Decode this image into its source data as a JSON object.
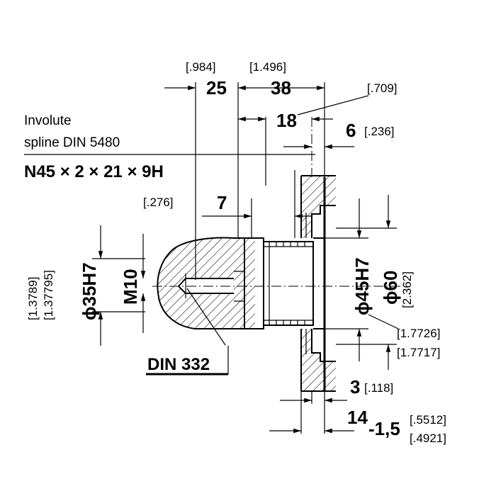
{
  "annotations": {
    "spline_line1": "Involute",
    "spline_line2": "spline DIN 5480",
    "spline_code": "N45 × 2 × 21 × 9H",
    "din_label": "DIN 332"
  },
  "dimensions": {
    "d25": {
      "mm": "25",
      "inch": "[.984]"
    },
    "d38": {
      "mm": "38",
      "inch": "[1.496]"
    },
    "d18": {
      "mm": "18",
      "inch": "[.709]"
    },
    "d6": {
      "mm": "6",
      "inch": "[.236]"
    },
    "d7": {
      "mm": "7",
      "inch": "[.276]"
    },
    "d35": {
      "mm": "ϕ35H7",
      "inch_a": "[1.3789]",
      "inch_b": "[1.37795]"
    },
    "m10": {
      "mm": "M10"
    },
    "d45": {
      "mm": "ϕ45H7",
      "inch_a": "[1.7726]",
      "inch_b": "[1.7717]"
    },
    "d60": {
      "mm": "ϕ60",
      "inch": "[2.362]"
    },
    "d3": {
      "mm": "3",
      "inch": "[.118]"
    },
    "d14": {
      "mm": "14",
      "tol": "-1,5",
      "inch_a": "[.5512]",
      "inch_b": "[.4921]"
    }
  }
}
